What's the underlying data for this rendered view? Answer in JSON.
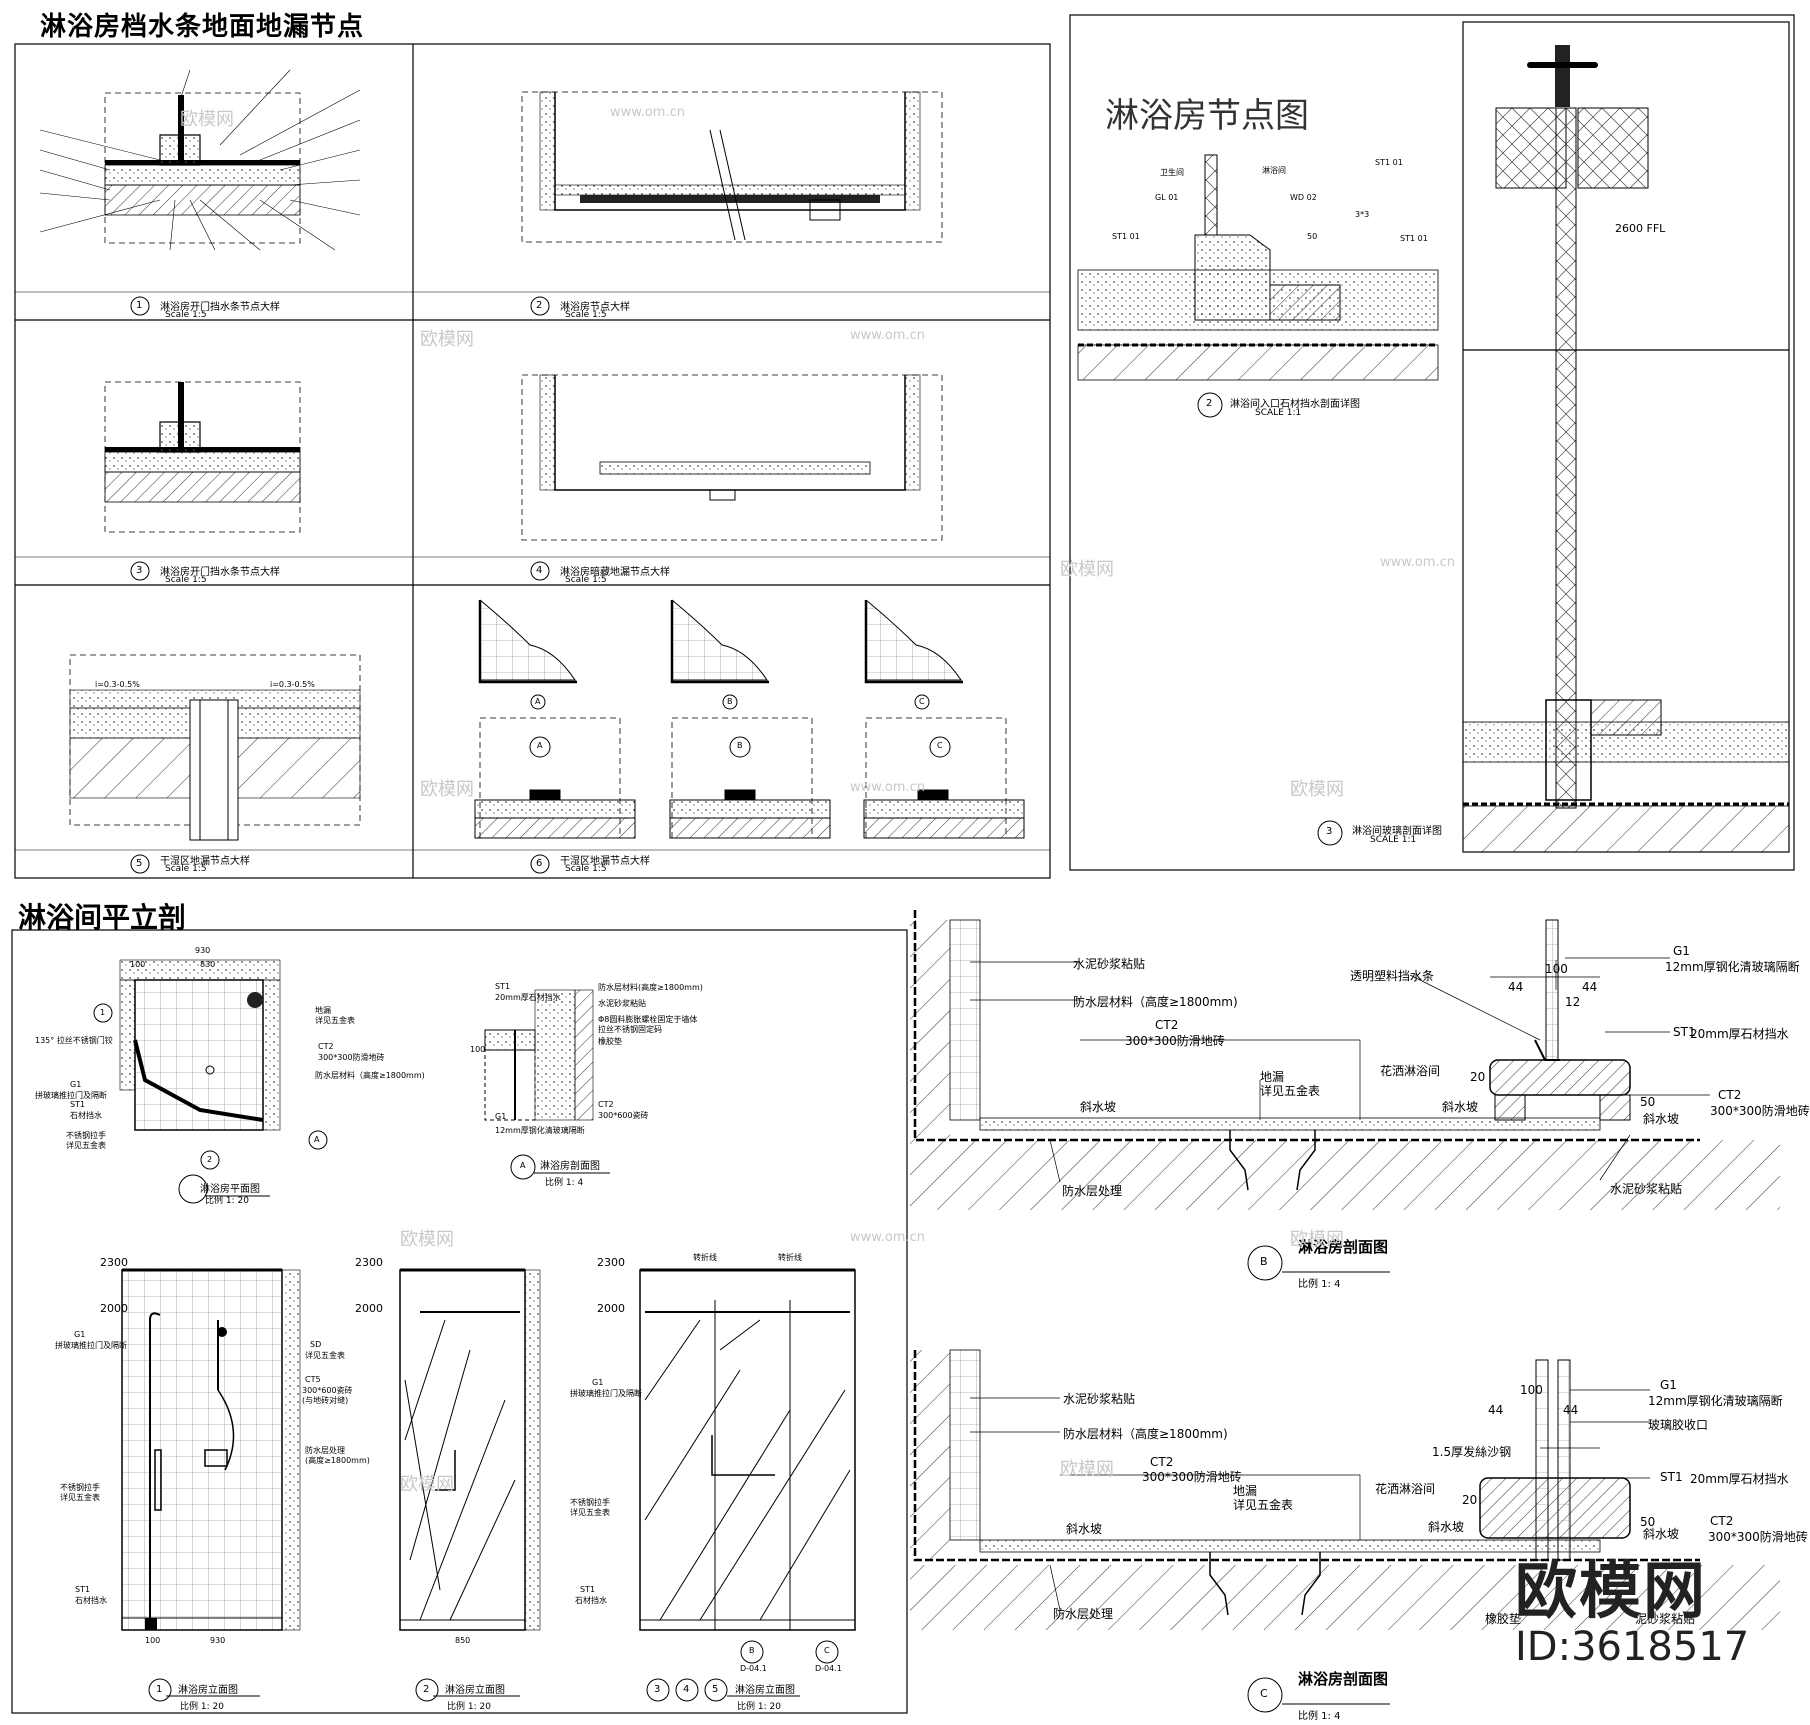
{
  "titles": {
    "top_left": "淋浴房档水条地面地漏节点",
    "top_right": "淋浴房节点图",
    "bottom_left": "淋浴间平立剖"
  },
  "details": [
    {
      "num": "1",
      "name": "淋浴房开门挡水条节点大样",
      "scale": "Scale      1:5"
    },
    {
      "num": "2",
      "name": "淋浴房节点大样",
      "scale": "Scale      1:5"
    },
    {
      "num": "3",
      "name": "淋浴房开门挡水条节点大样",
      "scale": "Scale      1:5"
    },
    {
      "num": "4",
      "name": "淋浴房暗藏地漏节点大样",
      "scale": "Scale      1:5"
    },
    {
      "num": "5",
      "name": "干湿区地漏节点大样",
      "scale": "Scale      1:5"
    },
    {
      "num": "6",
      "name": "干湿区地漏节点大样",
      "scale": "Scale      1:5"
    }
  ],
  "node_details": {
    "d2": {
      "num": "2",
      "name": "淋浴间入口石材挡水剖面详图",
      "scale": "SCALE 1:1"
    },
    "d3": {
      "num": "3",
      "name": "淋浴间玻璃剖面详图",
      "scale": "SCALE 1:1"
    },
    "labels": [
      "卫生间",
      "淋浴间",
      "ST1 01",
      "ST1 01",
      "WD 02",
      "GL 01",
      "ST1 01",
      "50",
      "3*3"
    ],
    "dim_text": "2600 FFL"
  },
  "plan": {
    "title": "淋浴房平面图",
    "scale": "比例  1: 20",
    "dims": [
      "930",
      "100",
      "830"
    ],
    "labels": [
      "135° 拉丝不锈钢门铰",
      "拼玻璃推拉门及隔断",
      "G1",
      "ST1",
      "石材挡水",
      "不锈钢拉手",
      "详见五金表",
      "地漏",
      "详见五金表",
      "CT2",
      "300*300防滑地砖",
      "防水层材料（高度≥1800mm)"
    ],
    "markers": [
      "A",
      "1",
      "2"
    ]
  },
  "section_a": {
    "title": "淋浴房剖面图",
    "scale": "比例  1: 4",
    "mark": "A",
    "labels": [
      "ST1",
      "20mm厚石材挡水",
      "防水层材料(高度≥1800mm)",
      "水泥砂浆粘贴",
      "Φ8圆料膨胀螺栓固定于墙体",
      "拉丝不锈钢固定码",
      "橡胶垫",
      "CT2",
      "300*600瓷砖",
      "G1",
      "12mm厚钢化清玻璃隔断"
    ],
    "dims": [
      "100"
    ]
  },
  "elevations": [
    {
      "num": "1",
      "title": "淋浴房立面图",
      "scale": "比例  1: 20",
      "dims": [
        "100",
        "930"
      ]
    },
    {
      "num": "2",
      "title": "淋浴房立面图",
      "scale": "比例  1: 20",
      "dims": [
        "850"
      ]
    },
    {
      "nums": [
        "3",
        "4",
        "5"
      ],
      "title": "淋浴房立面图",
      "scale": "比例  1: 20"
    }
  ],
  "elev_levels": [
    "2300",
    "2000",
    "2300",
    "2000",
    "2300",
    "2000"
  ],
  "elev_labels": {
    "e1": [
      "G1",
      "拼玻璃推拉门及隔断",
      "不锈钢拉手",
      "详见五金表",
      "ST1",
      "石材挡水",
      "SD",
      "详见五金表",
      "CT5",
      "300*600瓷砖",
      "(与地砖对缝)",
      "防水层处理",
      "(高度≥1800mm)"
    ],
    "e2": [
      "G1",
      "拼玻璃推拉门及隔断",
      "不锈钢拉手",
      "详见五金表",
      "ST1",
      "石材挡水"
    ],
    "e3": [
      "转折线",
      "转折线",
      "B",
      "C",
      "D-04.1",
      "D-04.1"
    ]
  },
  "section_b": {
    "mark": "B",
    "title": "淋浴房剖面图",
    "scale": "比例  1: 4",
    "labels": [
      "水泥砂浆粘贴",
      "防水层材料（高度≥1800mm)",
      "CT2",
      "300*300防滑地砖",
      "地漏",
      "详见五金表",
      "斜水坡",
      "花洒淋浴间",
      "斜水坡",
      "防水层处理",
      "透明塑料挡水条",
      "G1",
      "12mm厚钢化清玻璃隔断",
      "ST1",
      "20mm厚石材挡水",
      "CT2",
      "300*300防滑地砖",
      "斜水坡",
      "水泥砂浆粘贴"
    ],
    "dims": [
      "100",
      "44",
      "44",
      "12",
      "20",
      "50"
    ]
  },
  "section_c": {
    "mark": "C",
    "title": "淋浴房剖面图",
    "scale": "比例  1: 4",
    "labels": [
      "水泥砂浆粘贴",
      "防水层材料（高度≥1800mm)",
      "CT2",
      "300*300防滑地砖",
      "地漏",
      "详见五金表",
      "斜水坡",
      "花洒淋浴间",
      "斜水坡",
      "防水层处理",
      "G1",
      "12mm厚钢化清玻璃隔断",
      "玻璃胶收口",
      "1.5厚发絲沙钢",
      "ST1",
      "20mm厚石材挡水",
      "斜水坡",
      "CT2",
      "300*300防滑地砖",
      "橡胶垫",
      "泥砂浆粘贴"
    ],
    "dims": [
      "100",
      "44",
      "44",
      "20",
      "50"
    ]
  },
  "detail6_marks": [
    "A",
    "B",
    "C",
    "A",
    "B",
    "C"
  ],
  "slopes": [
    "i=0.3-0.5%",
    "i=0.3-0.5%"
  ],
  "watermarks": [
    "欧模网",
    "www.om.cn"
  ],
  "brand": {
    "logo": "欧模网",
    "id": "ID:3618517"
  },
  "colors": {
    "line": "#000000",
    "hatch": "#333333",
    "watermark": "#c8c8c8",
    "brand": "#222222"
  }
}
